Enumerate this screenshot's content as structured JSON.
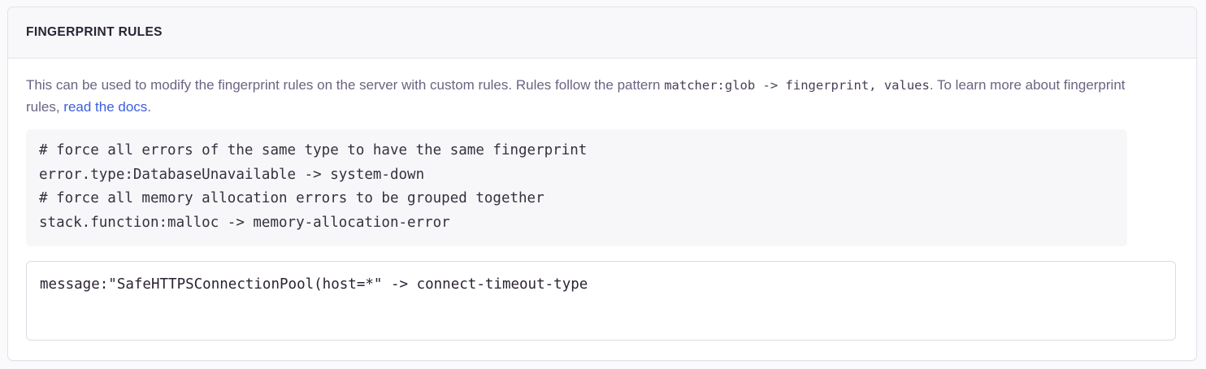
{
  "panel": {
    "title": "FINGERPRINT RULES",
    "description": {
      "part1": "This can be used to modify the fingerprint rules on the server with custom rules. Rules follow the pattern ",
      "inline_code": "matcher:glob -> fingerprint, values",
      "part2": ". To learn more about fingerprint rules, ",
      "link_text": "read the docs",
      "part3": "."
    },
    "example_code": "# force all errors of the same type to have the same fingerprint\nerror.type:DatabaseUnavailable -> system-down\n# force all memory allocation errors to be grouped together\nstack.function:malloc -> memory-allocation-error",
    "rules_input": {
      "value": "message:\"SafeHTTPSConnectionPool(host=*\" -> connect-timeout-type",
      "placeholder": ""
    }
  },
  "colors": {
    "panel_background": "#FFFFFF",
    "panel_border": "#E3E1EA",
    "header_background": "#F8F8FB",
    "title_text": "#2B2233",
    "body_text": "#6C6382",
    "link": "#3B5FE0",
    "code_block_background": "#F7F7F9",
    "code_text": "#36303F",
    "input_border": "#DEDAE6",
    "page_background": "#FAFAFC"
  }
}
